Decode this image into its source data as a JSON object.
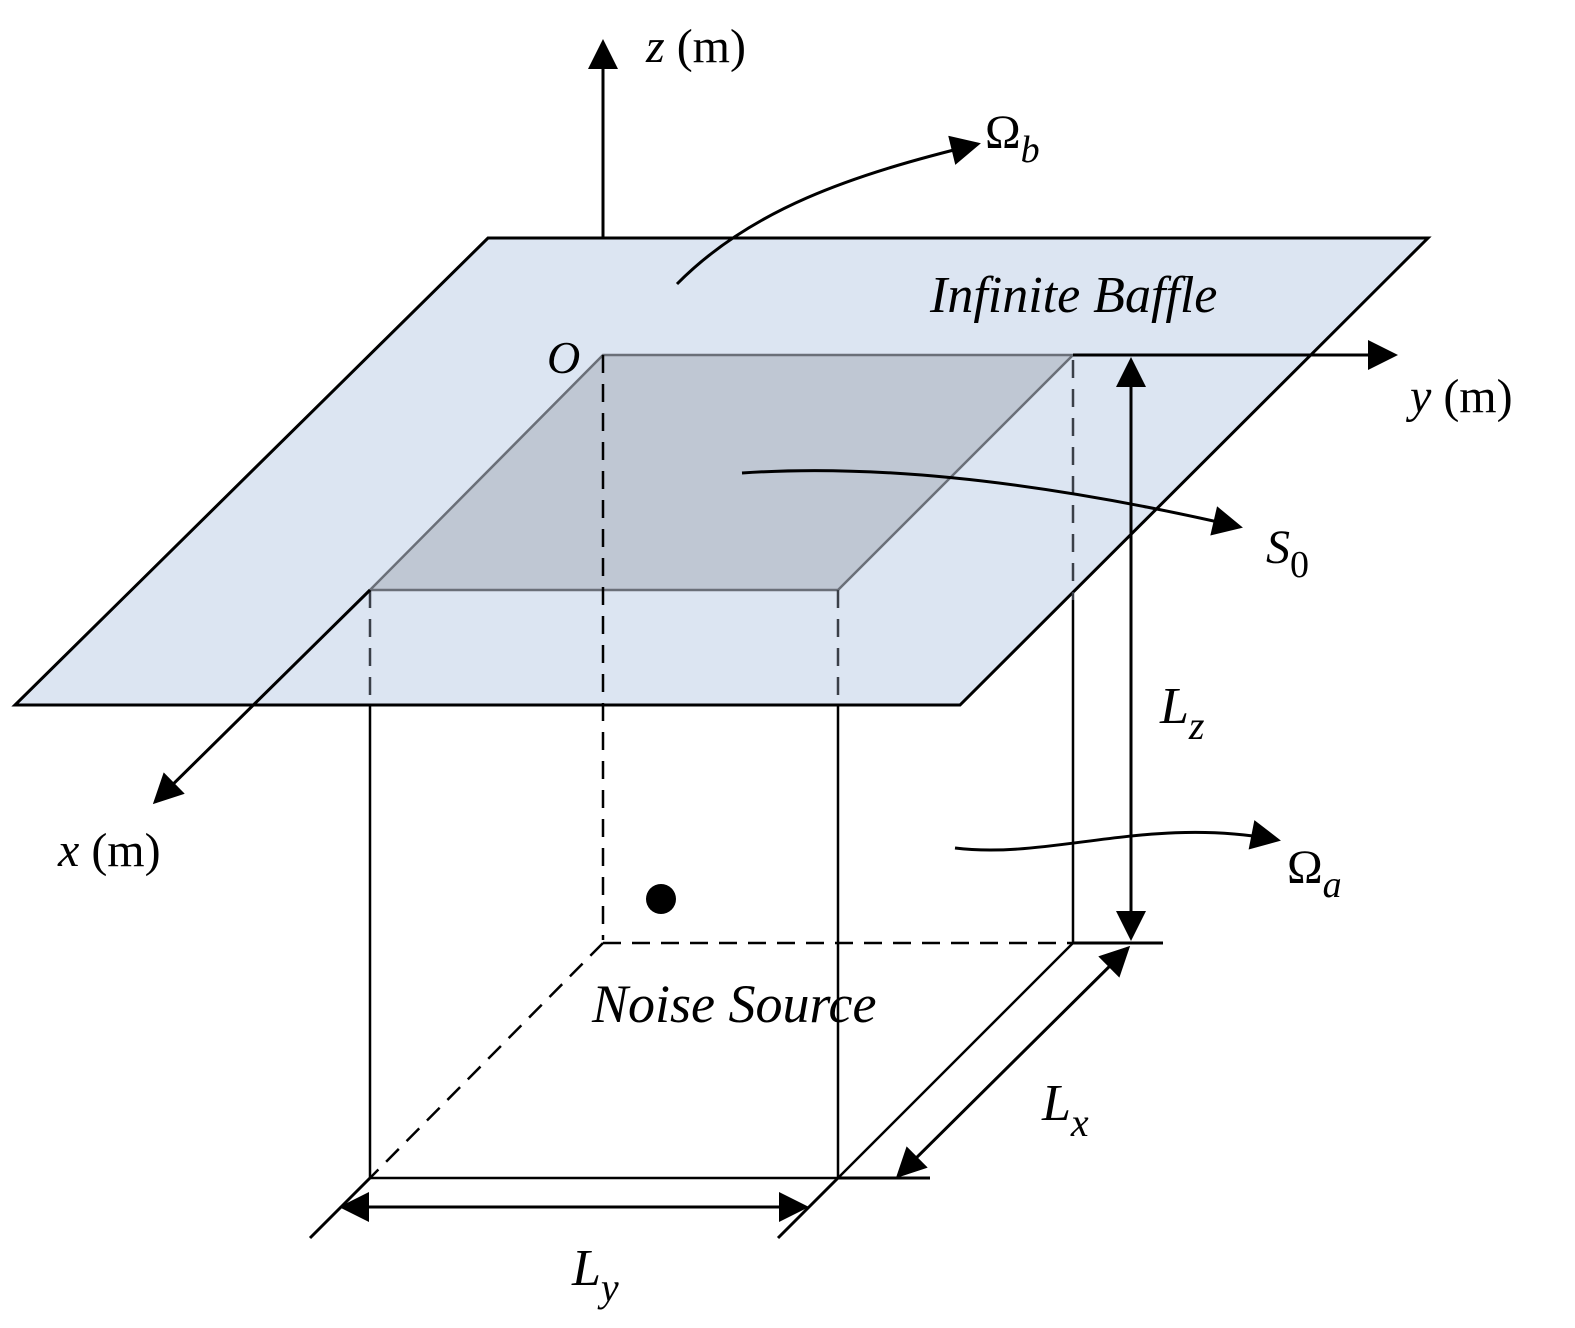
{
  "axes": {
    "z": {
      "var": "z",
      "unit": " (m)"
    },
    "y": {
      "var": "y",
      "unit": " (m)"
    },
    "x": {
      "var": "x",
      "unit": " (m)"
    },
    "origin": "O"
  },
  "labels": {
    "baffle": "Infinite Baffle",
    "noise_source": "Noise Source",
    "omega_b": {
      "main": "Ω",
      "sub": "b"
    },
    "omega_a": {
      "main": "Ω",
      "sub": "a"
    },
    "s0": {
      "main": "S",
      "sub": "0"
    },
    "lz": {
      "main": "L",
      "sub": "z"
    },
    "lx": {
      "main": "L",
      "sub": "x"
    },
    "ly": {
      "main": "L",
      "sub": "y"
    }
  },
  "colors": {
    "baffle_fill": "#dce5f2",
    "plate_fill": "#bfc7d3",
    "stroke": "#000000"
  }
}
